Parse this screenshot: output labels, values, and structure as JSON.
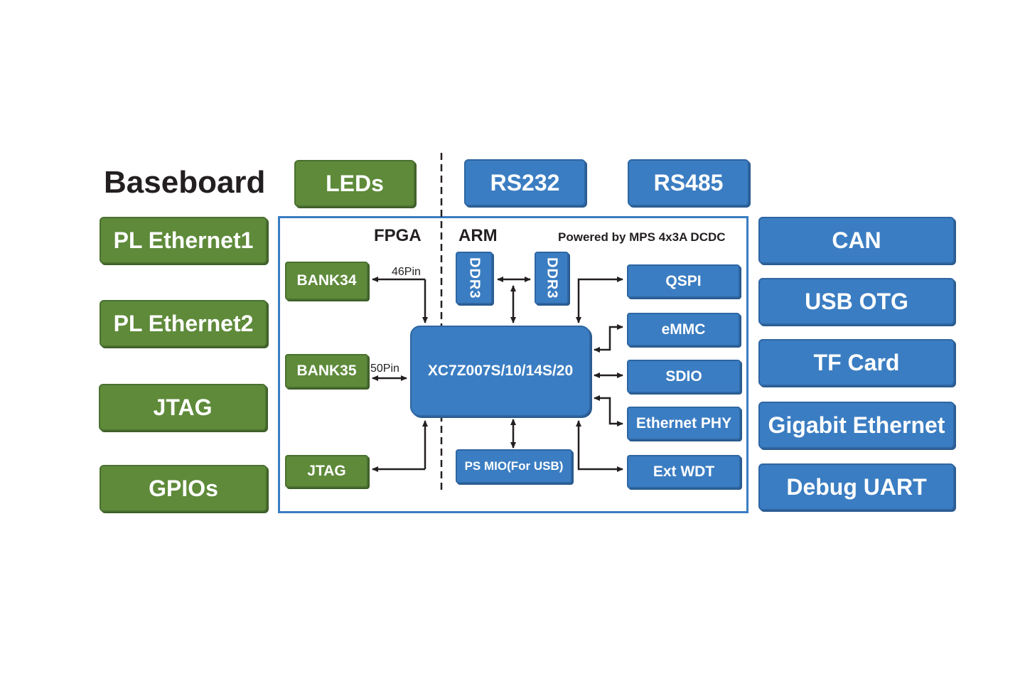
{
  "title": "Baseboard",
  "top": {
    "leds": "LEDs",
    "rs232": "RS232",
    "rs485": "RS485"
  },
  "left": [
    "PL Ethernet1",
    "PL Ethernet2",
    "JTAG",
    "GPIOs"
  ],
  "right": [
    "CAN",
    "USB OTG",
    "TF Card",
    "Gigabit Ethernet",
    "Debug UART"
  ],
  "core": {
    "fpga_label": "FPGA",
    "arm_label": "ARM",
    "power_note": "Powered by MPS 4x3A DCDC",
    "chip": "XC7Z007S/10/14S/20",
    "bank34": "BANK34",
    "bank35": "BANK35",
    "jtag": "JTAG",
    "pin46": "46Pin",
    "pin50": "50Pin",
    "ddr3_a": "DDR3",
    "ddr3_b": "DDR3",
    "ps_mio": "PS MIO(For USB)",
    "peripherals": [
      "QSPI",
      "eMMC",
      "SDIO",
      "Ethernet PHY",
      "Ext WDT"
    ]
  },
  "colors": {
    "green": "#5e8a3a",
    "blue": "#3b7dc2",
    "text": "#231f20"
  }
}
